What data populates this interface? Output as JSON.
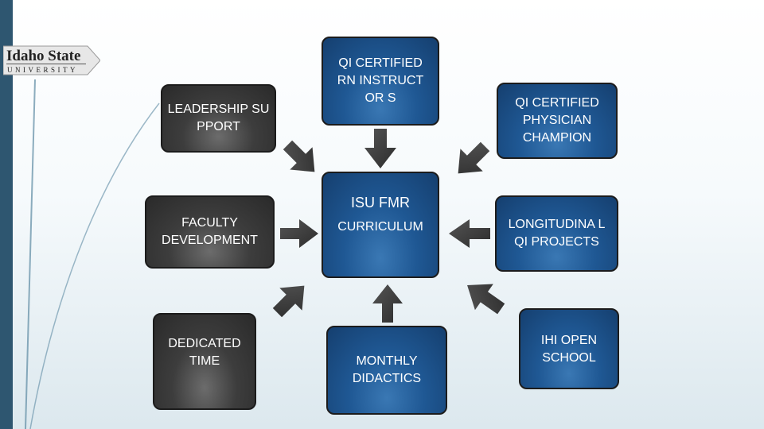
{
  "logo": {
    "name": "Idaho State",
    "subtitle": "UNIVERSITY"
  },
  "diagram": {
    "center": {
      "line1": "ISU FMR",
      "line2": "CURRICULUM"
    },
    "nodes": {
      "leadership": "LEADERSHIP SUPPORT",
      "rn_instructors": "QI CERTIFIED RN INSTRUCTOR S",
      "physician_champion": "QI CERTIFIED PHYSICIAN CHAMPION",
      "faculty_development": "FACULTY DEVELOPMENT",
      "longitudinal_projects": "LONGITUDINA L QI PROJECTS",
      "dedicated_time": "DEDICATED TIME",
      "monthly_didactics": "MONTHLY DIDACTICS",
      "ihi_open_school": "IHI OPEN SCHOOL"
    }
  },
  "colors": {
    "sidebar": "#2e5670",
    "blue_node": "#1f5894",
    "dark_node": "#3d3d3d",
    "arrow": "#3a3a3a"
  }
}
